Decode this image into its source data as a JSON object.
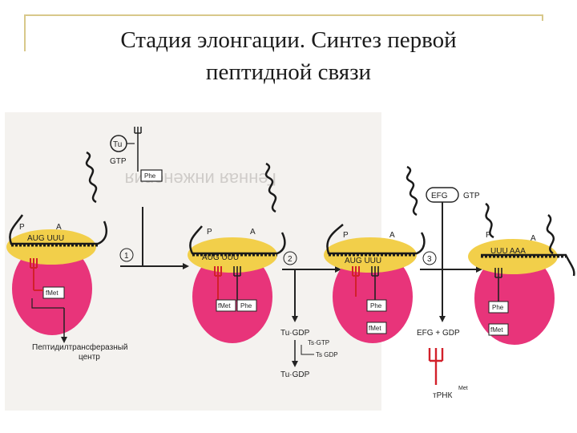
{
  "slide": {
    "title_line1": "Стадия элонгации. Синтез первой",
    "title_line2": "пептидной связи"
  },
  "figure": {
    "labels": {
      "tu": "Tu",
      "gtp": "GTP",
      "phe": "Phe",
      "p_site": "P",
      "a_site": "A",
      "codons_1": "AUG UUU",
      "codons_2": "AUG UUU",
      "codons_3": "AUG UUU",
      "codons_4": "UUU AAA",
      "fmet": "fMet",
      "step_1": "①",
      "step_2": "②",
      "step_3": "③",
      "tu_gdp": "Tu·GDP",
      "ts_gtp": "Ts·GTP",
      "ts_gdp": "Ts GDP",
      "tu_gdp_2": "Tu·GDP",
      "efg_gtp_box": "EFG",
      "efg_gtp_text": "GTP",
      "efg_gdp": "EFG + GDP",
      "peptidyl_center_line1": "Пептидилтрансферазный",
      "peptidyl_center_line2": "центр",
      "trna_met": "тРНК",
      "met_sup": "Met",
      "background_text": "Генная инженерия"
    },
    "colors": {
      "large_subunit": "#e8347a",
      "small_subunit": "#f2cf4a",
      "trna": "#d2202a",
      "mrna": "#1a1a1a"
    }
  }
}
